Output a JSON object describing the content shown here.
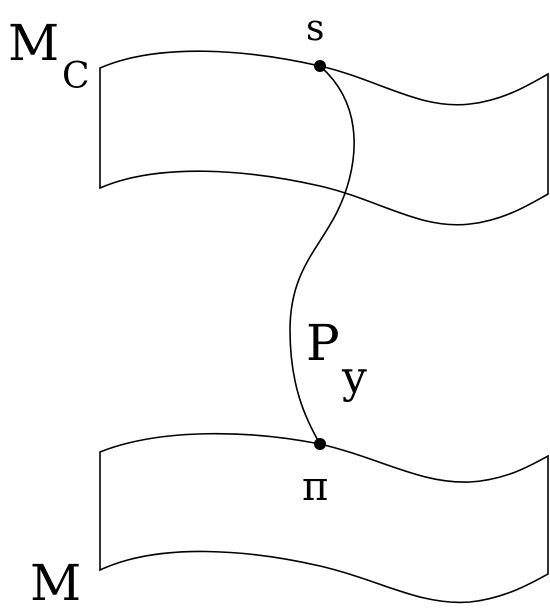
{
  "labels": {
    "top_manifold_main": "M",
    "top_manifold_sub": "C",
    "bottom_manifold": "M",
    "point_top": "s",
    "point_bottom": "π",
    "path_main": "P",
    "path_sub": "y"
  },
  "colors": {
    "ink": "#000000",
    "background": "#ffffff"
  }
}
